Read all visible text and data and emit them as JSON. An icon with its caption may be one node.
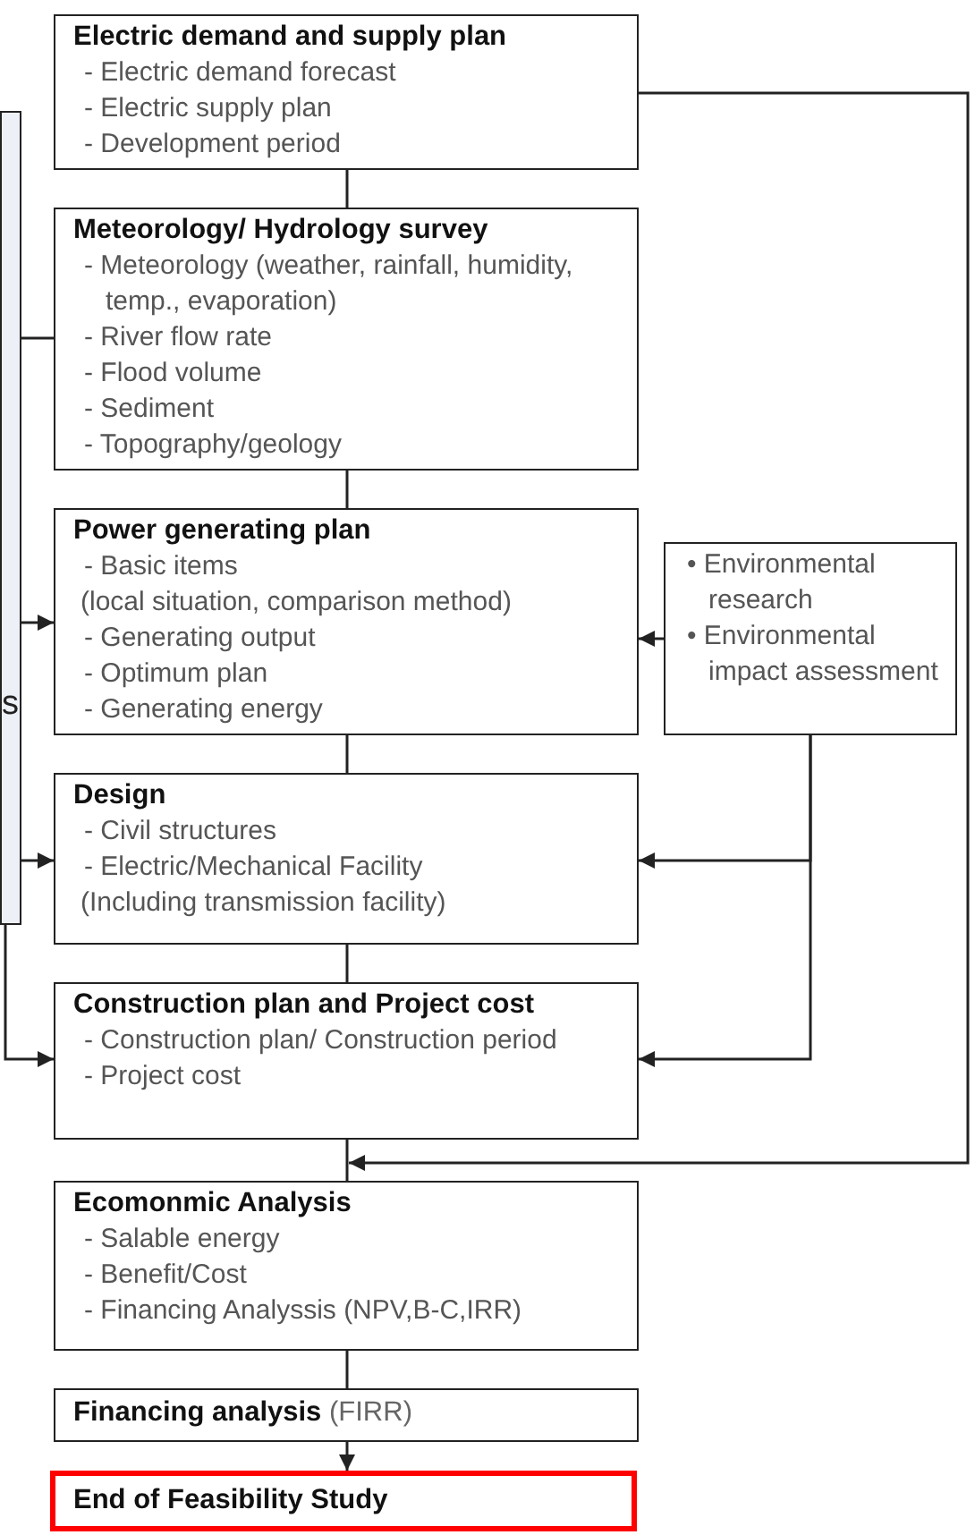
{
  "diagram": {
    "nodes": [
      {
        "text": [
          "s"
        ]
      },
      {
        "text": [
          "Electric demand and supply plan",
          "- Electric demand forecast",
          "- Electric  supply plan",
          "- Development period"
        ]
      },
      {
        "text": [
          "Meteorology/ Hydrology survey",
          "- Meteorology (weather, rainfall, humidity, temp., evaporation)",
          "- River flow rate",
          "- Flood volume",
          "- Sediment",
          "- Topography/geology"
        ]
      },
      {
        "text": [
          "Power generating plan",
          "- Basic items",
          "(local situation, comparison method)",
          "- Generating output",
          "- Optimum plan",
          "- Generating energy"
        ]
      },
      {
        "text": [
          "• Environmental research",
          "• Environmental impact assessment"
        ]
      },
      {
        "text": [
          "Design",
          "- Civil structures",
          "- Electric/Mechanical Facility",
          "(Including transmission facility)"
        ]
      },
      {
        "text": [
          "Construction plan and Project cost",
          "- Construction plan/ Construction period",
          "- Project cost"
        ]
      },
      {
        "text": [
          "Ecomonmic Analysis",
          "- Salable energy",
          "- Benefit/Cost",
          "- Financing Analyssis (NPV,B-C,IRR)"
        ]
      },
      {
        "text": [
          "**Financing analysis** (FIRR)"
        ]
      },
      {
        "text": [
          "End of Feasibility Study"
        ]
      }
    ],
    "edges": [
      {
        "from": 1,
        "to": 2,
        "arrow": "none"
      },
      {
        "from": 2,
        "to": 3,
        "arrow": "none"
      },
      {
        "from": 3,
        "to": 5,
        "arrow": "none"
      },
      {
        "from": 5,
        "to": 6,
        "arrow": "none"
      },
      {
        "from": 6,
        "to": 7,
        "arrow": "none"
      },
      {
        "from": 7,
        "to": 8,
        "arrow": "none"
      },
      {
        "from": 8,
        "to": 9,
        "arrow": "to"
      },
      {
        "from": 1,
        "to": 7,
        "arrow": "to"
      },
      {
        "from": 0,
        "to": 2,
        "arrow": "none"
      },
      {
        "from": 0,
        "to": 3,
        "arrow": "to"
      },
      {
        "from": 0,
        "to": 5,
        "arrow": "to"
      },
      {
        "from": 0,
        "to": 6,
        "arrow": "to"
      },
      {
        "from": 4,
        "to": 3,
        "arrow": "to"
      },
      {
        "from": 4,
        "to": 5,
        "arrow": "to"
      },
      {
        "from": 4,
        "to": 6,
        "arrow": "to"
      }
    ]
  }
}
